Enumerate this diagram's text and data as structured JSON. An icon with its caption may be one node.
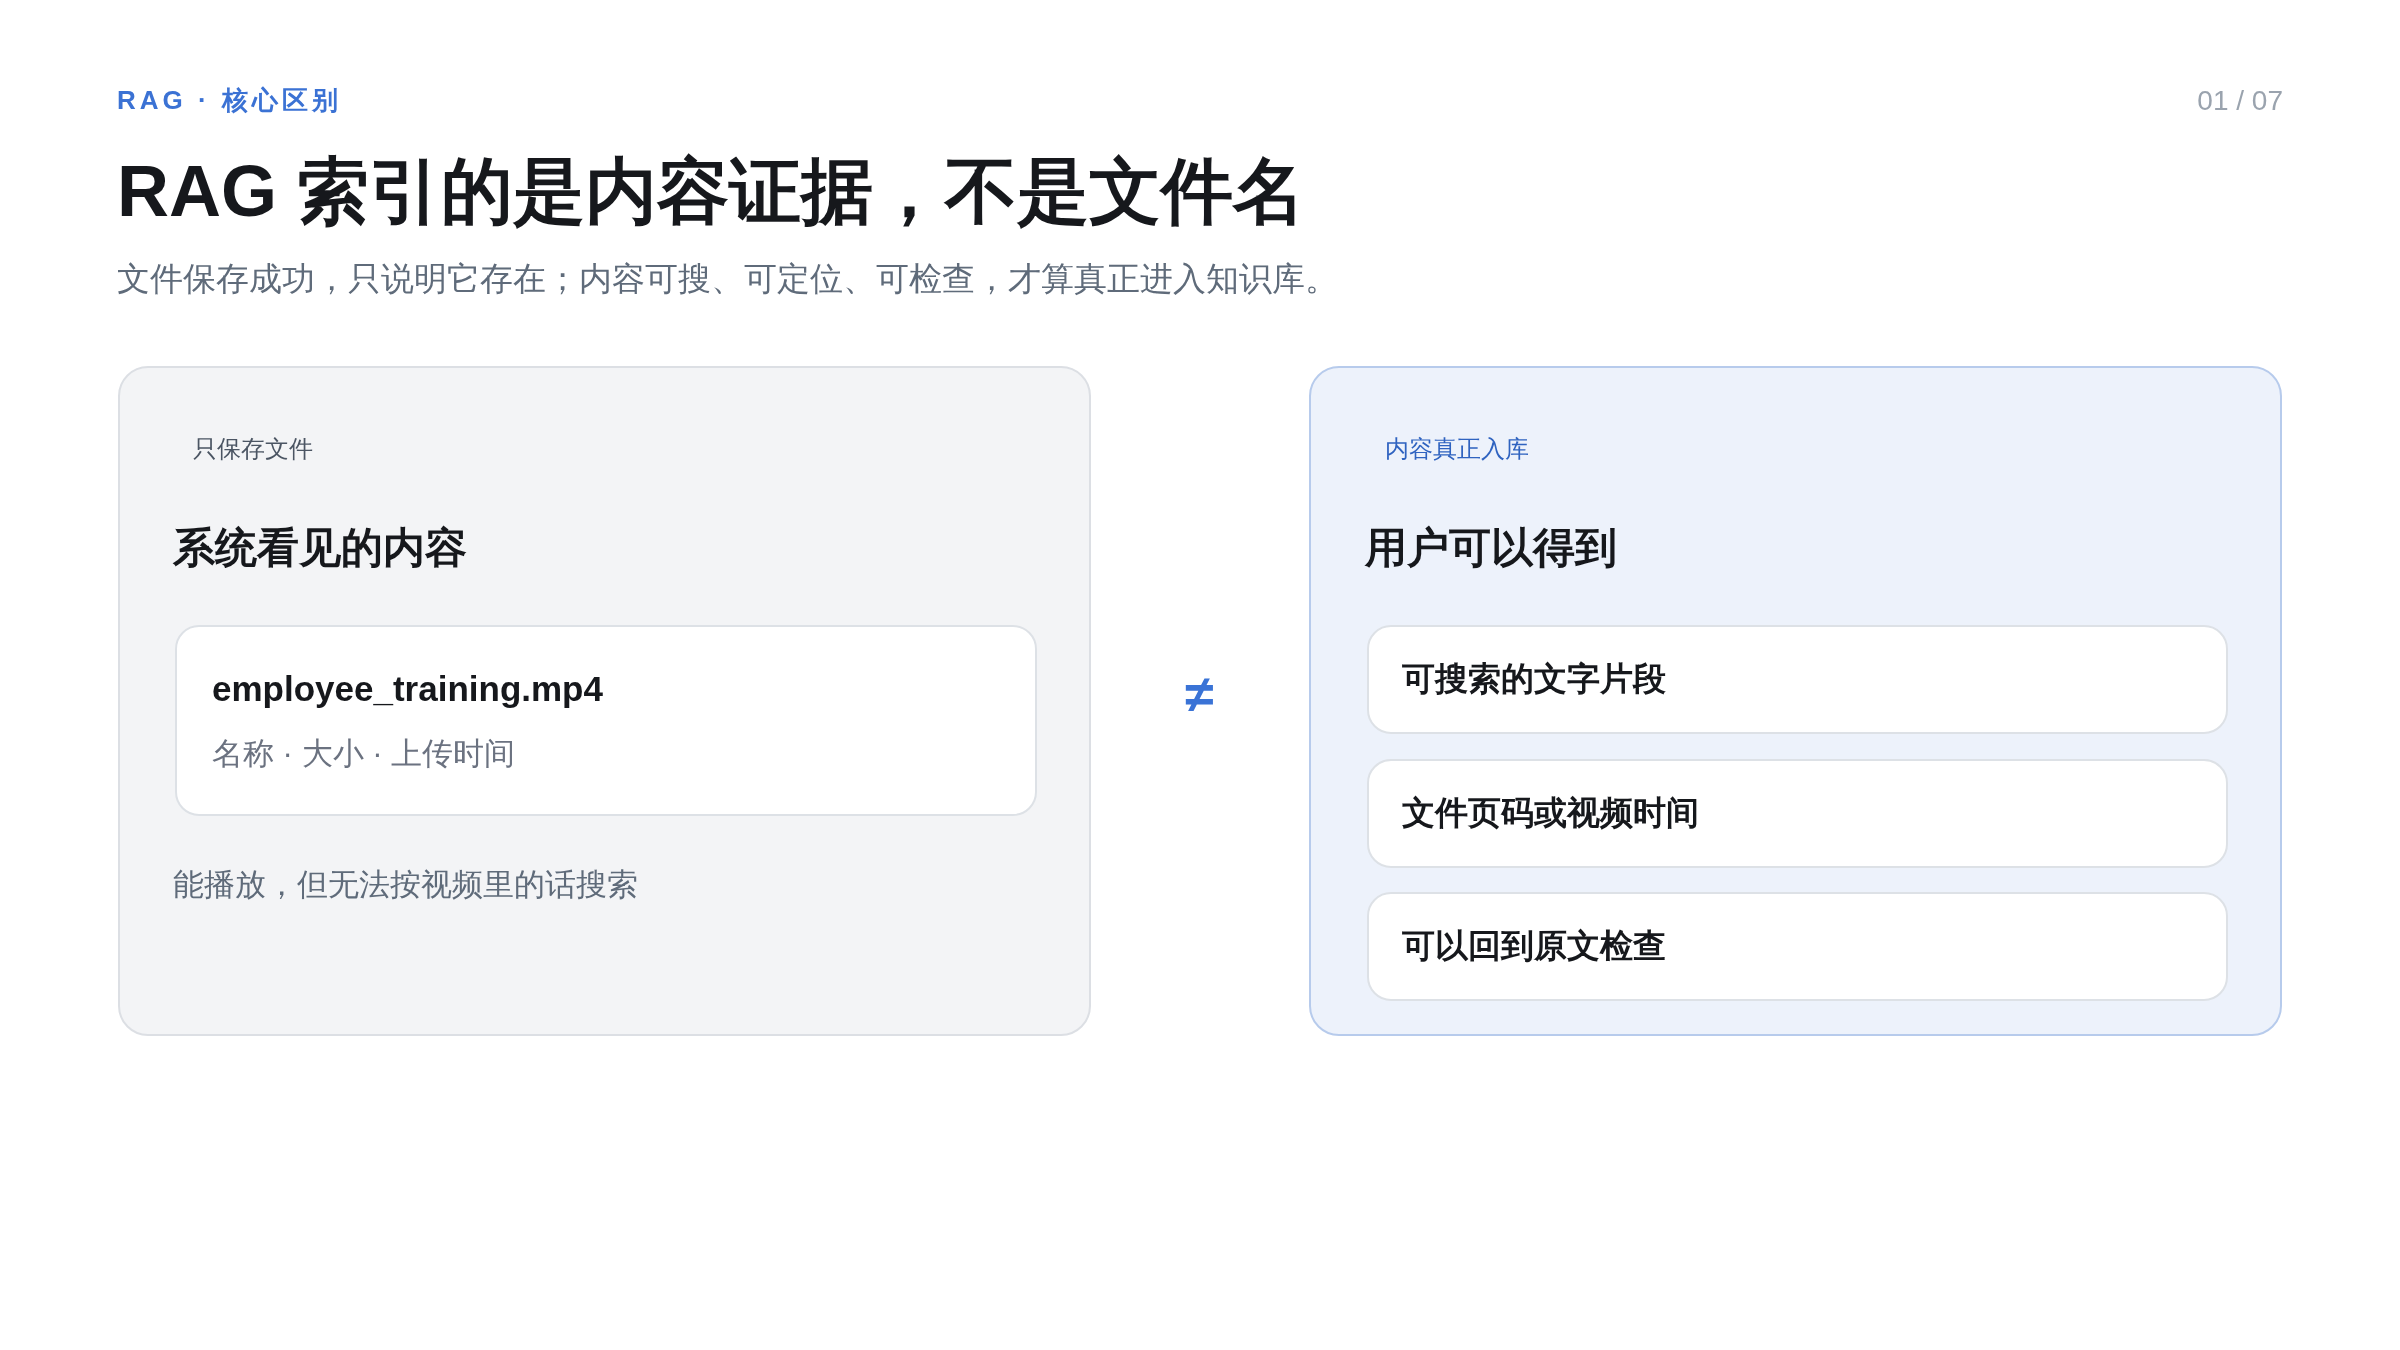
{
  "diagram": {
    "title": "RAG 索引的是内容证据，不是文件名",
    "nodes": [
      {
        "text": [
          "只保存文件",
          "系统看见的内容",
          "能播放，但无法按视频里的话搜索"
        ]
      },
      {
        "text": [
          "employee_training.mp4",
          "名称 · 大小 · 上传时间"
        ],
        "in": 0
      },
      {
        "text": [
          "内容真正入库",
          "用户可以得到"
        ]
      },
      {
        "text": [
          "可搜索的文字片段"
        ],
        "in": 2
      },
      {
        "text": [
          "文件页码或视频时间"
        ],
        "in": 2
      },
      {
        "text": [
          "可以回到原文检查"
        ],
        "in": 2
      }
    ],
    "labels": [
      "RAG · 核心区别",
      "01 / 07",
      "文件保存成功，只说明它存在；内容可搜、可定位、可检查，才算真正进入知识库。",
      "≠"
    ]
  }
}
